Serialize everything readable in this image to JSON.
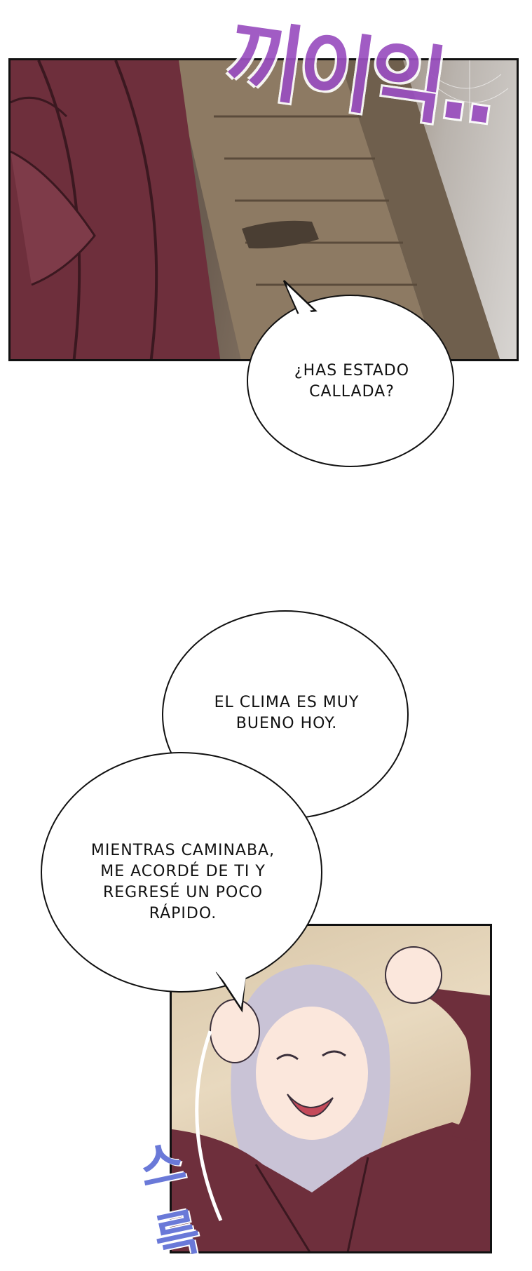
{
  "sfx": {
    "top": "끼이익..",
    "bottom": "스륵"
  },
  "bubbles": {
    "first": "¿HAS ESTADO\nCALLADA?",
    "second": "EL CLIMA ES MUY\nBUENO HOY.",
    "third": "MIENTRAS CAMINABA,\nME ACORDÉ DE TI Y\nREGRESÉ UN POCO\nRÁPIDO."
  },
  "colors": {
    "sfx_top": "#9a4fc0",
    "sfx_bottom": "#6a79d8",
    "robe": "#6e2f3c",
    "hair": "#c9c3d6",
    "background": "#ffffff"
  }
}
